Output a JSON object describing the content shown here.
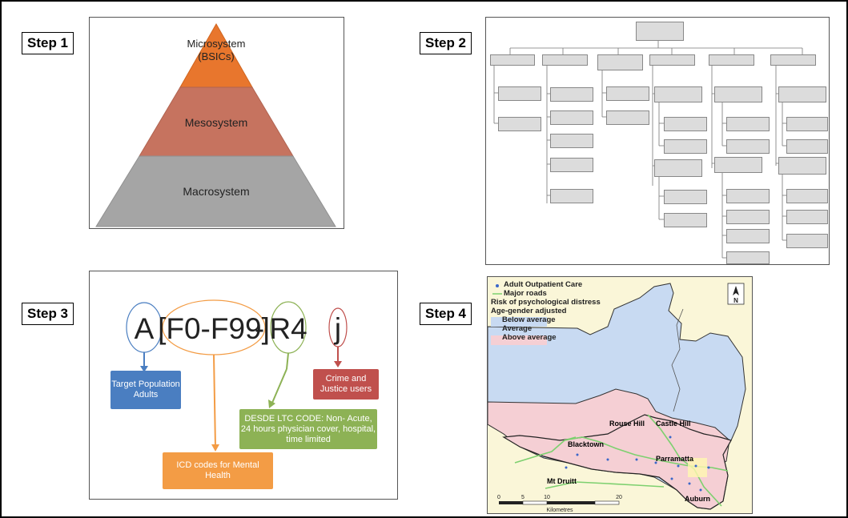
{
  "steps": {
    "step1": "Step 1",
    "step2": "Step 2",
    "step3": "Step 3",
    "step4": "Step 4"
  },
  "pyramid": {
    "levels": [
      {
        "label": "Microsystem\n(BSICs)",
        "color": "#e8762d"
      },
      {
        "label": "Mesosystem",
        "color": "#c6735f"
      },
      {
        "label": "Macrosystem",
        "color": "#a5a5a5"
      }
    ]
  },
  "code_diagram": {
    "parts": [
      "A",
      "[F0-F99]",
      "-",
      "R4",
      "j"
    ],
    "boxes": [
      {
        "text": "Target Population Adults",
        "color": "#4a7ec1"
      },
      {
        "text": "Crime and Justice users",
        "color": "#c0504d"
      },
      {
        "text": "DESDE LTC CODE: Non- Acute, 24 hours physician cover, hospital, time limited",
        "color": "#8db255"
      },
      {
        "text": "ICD codes for Mental Health",
        "color": "#f39c45"
      }
    ]
  },
  "map": {
    "legend": [
      "Adult Outpatient Care",
      "Major roads",
      "Risk of psychological distress",
      "Age-gender adjusted",
      "Below average",
      "Average",
      "Above average"
    ],
    "places": [
      "Rouse Hill",
      "Castle Hill",
      "Blacktown",
      "Parramatta",
      "Mt Druitt",
      "Auburn"
    ],
    "north": "N",
    "scale": [
      "0",
      "5",
      "10",
      "20"
    ],
    "scale_unit": "Kilometres"
  }
}
